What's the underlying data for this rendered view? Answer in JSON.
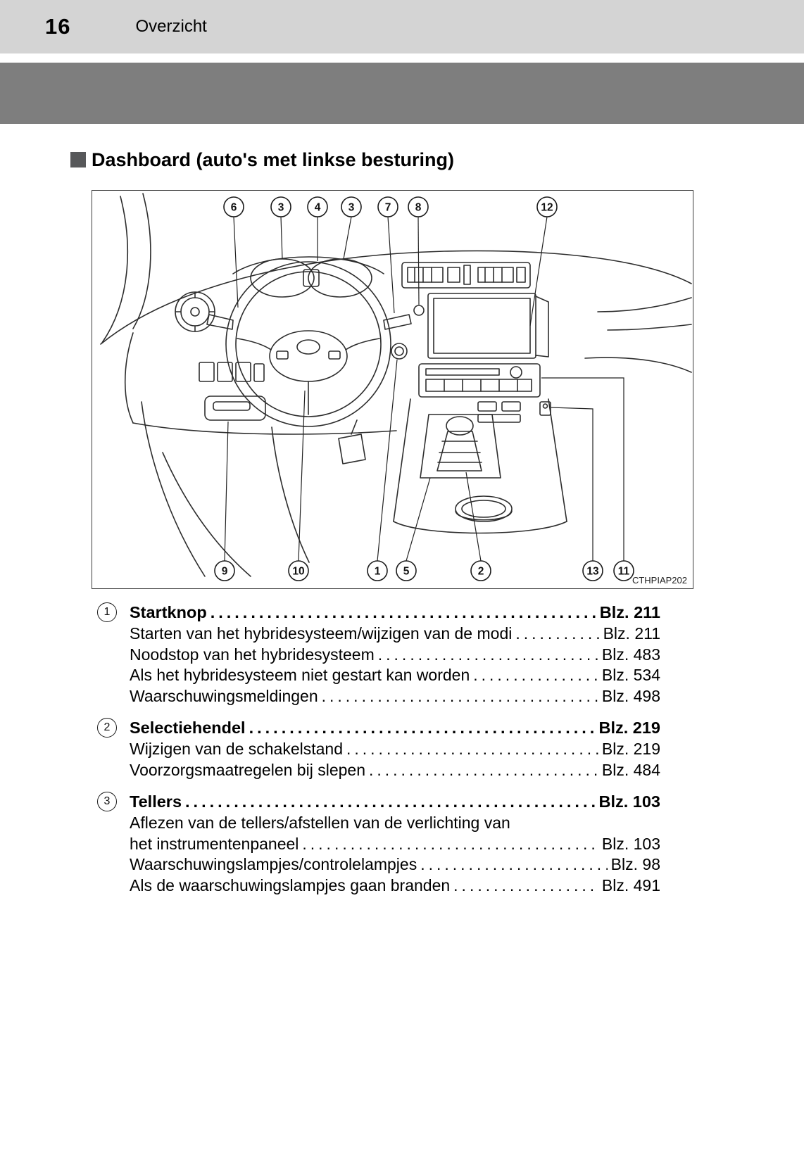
{
  "page": {
    "number": "16",
    "header": "Overzicht"
  },
  "section": {
    "title": "Dashboard (auto's met linkse besturing)"
  },
  "figure": {
    "code": "CTHPIAP202",
    "callouts_top": [
      "6",
      "3",
      "4",
      "3",
      "7",
      "8",
      "12"
    ],
    "callouts_bottom": [
      "9",
      "10",
      "1",
      "5",
      "2",
      "13",
      "11"
    ]
  },
  "toc": {
    "sections": [
      {
        "num": "1",
        "title": "Startknop",
        "page": "Blz. 211",
        "items": [
          {
            "label": "Starten van het hybridesysteem/wijzigen van de modi",
            "page": "Blz. 211"
          },
          {
            "label": "Noodstop van het hybridesysteem",
            "page": "Blz. 483"
          },
          {
            "label": "Als het hybridesysteem niet gestart kan worden",
            "page": "Blz. 534"
          },
          {
            "label": "Waarschuwingsmeldingen",
            "page": "Blz. 498"
          }
        ]
      },
      {
        "num": "2",
        "title": "Selectiehendel",
        "page": "Blz. 219",
        "items": [
          {
            "label": "Wijzigen van de schakelstand",
            "page": "Blz. 219"
          },
          {
            "label": "Voorzorgsmaatregelen bij slepen",
            "page": "Blz. 484"
          }
        ]
      },
      {
        "num": "3",
        "title": "Tellers",
        "page": "Blz. 103",
        "items": [
          {
            "label": "Aflezen van de tellers/afstellen van de verlichting van"
          },
          {
            "label": "het instrumentenpaneel",
            "page": "Blz. 103"
          },
          {
            "label": "Waarschuwingslampjes/controlelampjes",
            "page": "Blz. 98"
          },
          {
            "label": "Als de waarschuwingslampjes gaan branden",
            "page": "Blz. 491"
          }
        ]
      }
    ]
  }
}
